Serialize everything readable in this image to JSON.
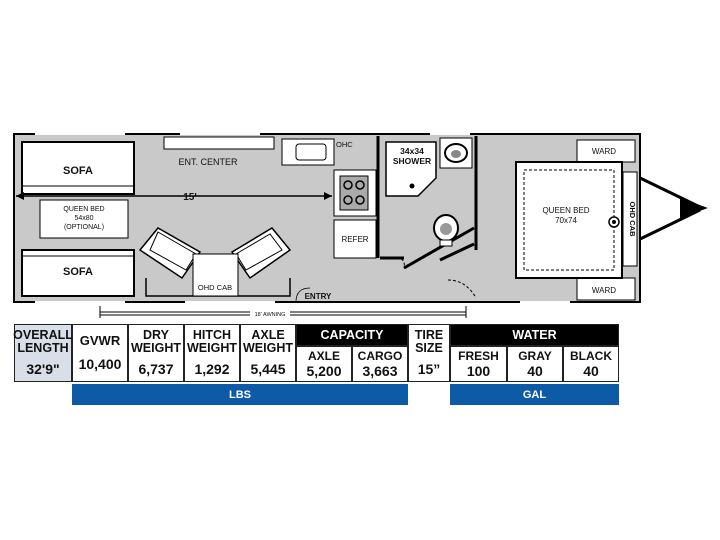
{
  "floorplan": {
    "labels": {
      "sofa_top": "SOFA",
      "ent_center": "ENT. CENTER",
      "ohc_top": "OHC",
      "shower_1": "34x34",
      "shower_2": "SHOWER",
      "ward_top": "WARD",
      "dimension": "15'",
      "queen_bed_left_1": "QUEEN BED",
      "queen_bed_left_2": "54x80",
      "queen_bed_left_3": "(OPTIONAL)",
      "refer": "REFER",
      "queen_bed_right_1": "QUEEN BED",
      "queen_bed_right_2": "70x74",
      "ohd_cab_side": "OHD CAB",
      "sofa_bottom": "SOFA",
      "ohd_cab_bottom": "OHD CAB",
      "ward_bottom": "WARD",
      "entry": "ENTRY",
      "awning": "18' AWNING"
    }
  },
  "specs": {
    "overall_length": {
      "label": "OVERALL\nLENGTH",
      "value": "32'9\""
    },
    "gvwr": {
      "label": "GVWR",
      "value": "10,400"
    },
    "dry_weight": {
      "label": "DRY\nWEIGHT",
      "value": "6,737"
    },
    "hitch_weight": {
      "label": "HITCH\nWEIGHT",
      "value": "1,292"
    },
    "axle_weight": {
      "label": "AXLE\nWEIGHT",
      "value": "5,445"
    },
    "capacity": {
      "header": "CAPACITY",
      "axle": {
        "label": "AXLE",
        "value": "5,200"
      },
      "cargo": {
        "label": "CARGO",
        "value": "3,663"
      }
    },
    "tire_size": {
      "label": "TIRE\nSIZE",
      "value": "15”"
    },
    "water": {
      "header": "WATER",
      "fresh": {
        "label": "FRESH",
        "value": "100"
      },
      "gray": {
        "label": "GRAY",
        "value": "40"
      },
      "black": {
        "label": "BLACK",
        "value": "40"
      }
    },
    "lbs_label": "LBS",
    "gal_label": "GAL"
  }
}
